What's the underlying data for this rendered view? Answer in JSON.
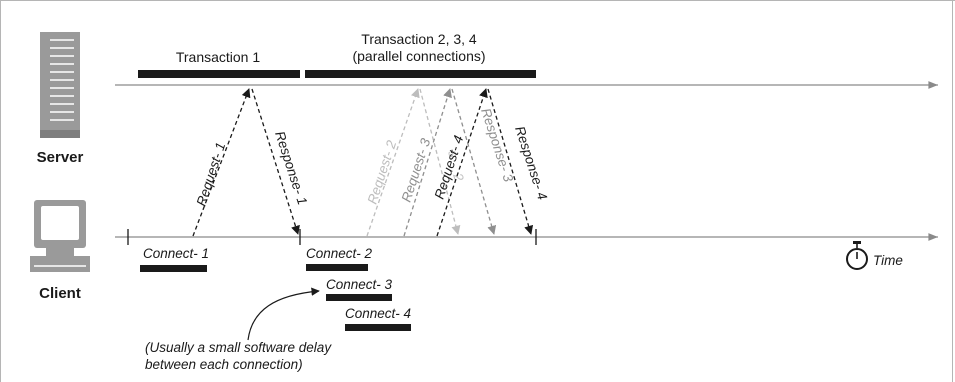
{
  "server_label": "Server",
  "client_label": "Client",
  "time_label": "Time",
  "transaction1_label": "Transaction 1",
  "transaction234_label_line1": "Transaction 2, 3, 4",
  "transaction234_label_line2": "(parallel connections)",
  "connects": [
    "Connect- 1",
    "Connect- 2",
    "Connect- 3",
    "Connect- 4"
  ],
  "requests": [
    "Request- 1",
    "Request- 2",
    "Request- 3",
    "Request- 4"
  ],
  "responses": [
    "Response- 1",
    "Response- 2",
    "Response- 3",
    "Response- 4"
  ],
  "note_line1": "(Usually a small software delay",
  "note_line2": "between each connection)",
  "colors": {
    "dark": "#1a1a1a",
    "line": "#8a8a8a",
    "faded": "#bdbdbd",
    "mid": "#8f8f8f",
    "icon": "#9a9a9a"
  }
}
